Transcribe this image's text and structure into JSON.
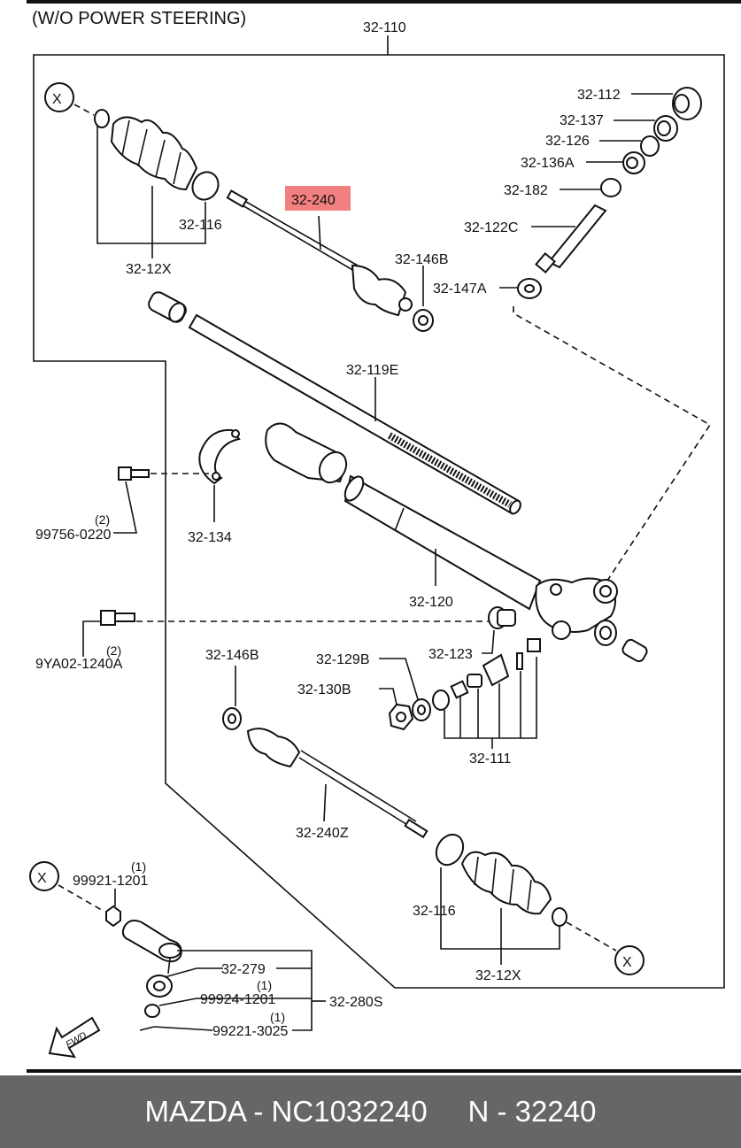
{
  "diagram": {
    "title": "(W/O POWER STEERING)",
    "assembly_label": "32-110",
    "highlight_color": "#f28080",
    "highlighted_part": "32-240",
    "reference_marker": "X",
    "fwd_label": "FWD",
    "labels": {
      "p112": "32-112",
      "p137": "32-137",
      "p126": "32-126",
      "p136a": "32-136A",
      "p182": "32-182",
      "p122c": "32-122C",
      "p240": "32-240",
      "p116_top": "32-116",
      "p12x_top": "32-12X",
      "p146b_top": "32-146B",
      "p147a": "32-147A",
      "p119e": "32-119E",
      "q99756": "(2)",
      "p99756": "99756-0220",
      "p134": "32-134",
      "p120": "32-120",
      "q9ya02": "(2)",
      "p9ya02": "9YA02-1240A",
      "p123": "32-123",
      "p146b_mid": "32-146B",
      "p129b": "32-129B",
      "p130b": "32-130B",
      "p111": "32-111",
      "p240z": "32-240Z",
      "q99921": "(1)",
      "p99921": "99921-1201",
      "p116_bot": "32-116",
      "p12x_bot": "32-12X",
      "p279": "32-279",
      "q99924": "(1)",
      "p99924": "99924-1201",
      "p280s": "32-280S",
      "q99221": "(1)",
      "p99221": "99221-3025"
    }
  },
  "footer": {
    "text": "MAZDA - NC1032240     N - 32240",
    "background": "#666666"
  }
}
